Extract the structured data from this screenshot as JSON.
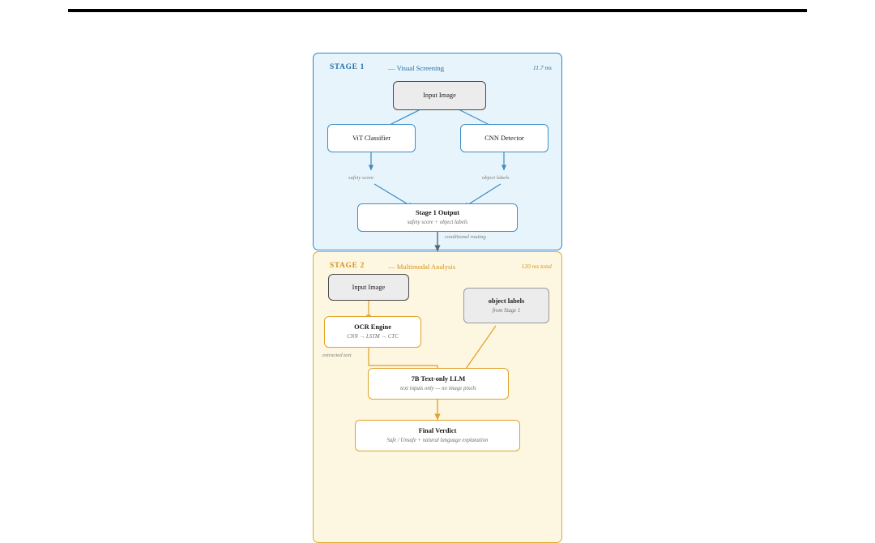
{
  "page": {
    "background": "#ffffff",
    "rule_color": "#000000"
  },
  "stage1": {
    "title": "STAGE 1",
    "subtitle": "— Visual Screening",
    "timing": "11.7 ms",
    "accent": "#2f87c4",
    "background": "#e8f4fb",
    "nodes": {
      "input_image": {
        "label": "Input Image"
      },
      "vit": {
        "label": "ViT Classifier"
      },
      "cnn": {
        "label": "CNN Detector"
      },
      "output": {
        "label": "Stage 1 Output",
        "sub": "safety score  +  object labels"
      }
    },
    "edges": {
      "safety_score": "safety score",
      "object_labels": "object labels",
      "conditional_routing": "conditional routing"
    }
  },
  "stage2": {
    "title": "STAGE 2",
    "subtitle": "— Multimodal Analysis",
    "timing": "120 ms total",
    "accent": "#e0a92b",
    "background": "#fdf6e0",
    "nodes": {
      "input_image": {
        "label": "Input Image"
      },
      "object_labels": {
        "label": "object labels",
        "sub": "from Stage 1"
      },
      "ocr": {
        "label": "OCR Engine",
        "sub": "CNN → LSTM → CTC"
      },
      "llm": {
        "label": "7B Text-only LLM",
        "sub": "text inputs only  —  no image pixels"
      },
      "verdict": {
        "label": "Final Verdict",
        "sub": "Safe / Unsafe  +  natural language explanation"
      }
    },
    "edges": {
      "extracted_text": "extracted text"
    }
  }
}
